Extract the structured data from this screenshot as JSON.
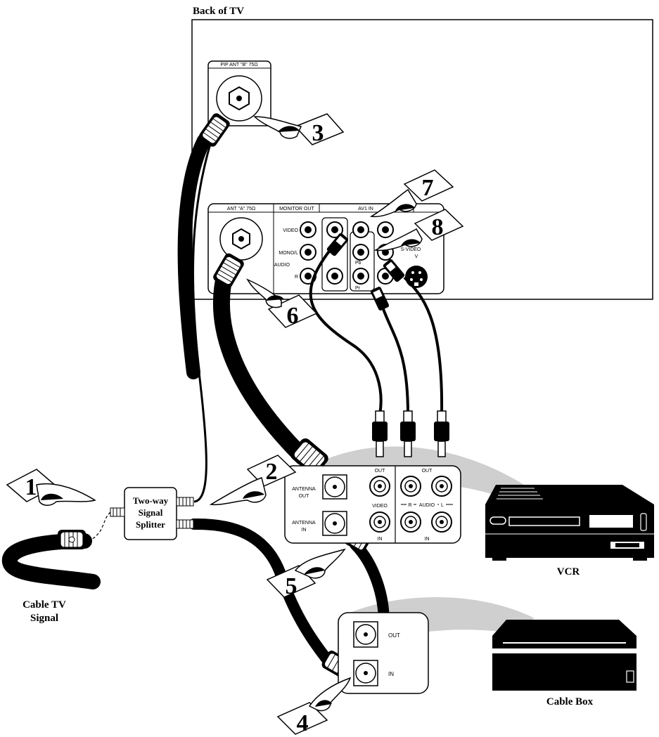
{
  "tv": {
    "title": "Back of TV",
    "pip_panel_label": "PIP ANT \"B\" 75Ω",
    "panel_labels": {
      "ant_a": "ANT \"A\" 75Ω",
      "monitor_out": "MONITOR OUT",
      "av1_in": "AV1 IN",
      "video": "VIDEO",
      "mono_l": "MONO/L",
      "audio": "AUDIO",
      "r": "R",
      "pb": "Pb",
      "pr": "Pr",
      "s_video": "S-VIDEO",
      "v": "V"
    }
  },
  "splitter": {
    "line1": "Two-way",
    "line2": "Signal",
    "line3": "Splitter"
  },
  "cable_signal": {
    "line1": "Cable TV",
    "line2": "Signal"
  },
  "vcr_panel": {
    "antenna_out_1": "ANTENNA",
    "antenna_out_2": "OUT",
    "antenna_in_1": "ANTENNA",
    "antenna_in_2": "IN",
    "out_left": "OUT",
    "out_right": "OUT",
    "video": "VIDEO",
    "audio_r": "R",
    "audio": "AUDIO",
    "audio_l": "L",
    "in_left": "IN",
    "in_right": "IN"
  },
  "cable_box_panel": {
    "out": "OUT",
    "in": "IN"
  },
  "devices": {
    "vcr": "VCR",
    "cable_box": "Cable Box"
  },
  "steps": [
    "1",
    "2",
    "3",
    "4",
    "5",
    "6",
    "7",
    "8"
  ]
}
